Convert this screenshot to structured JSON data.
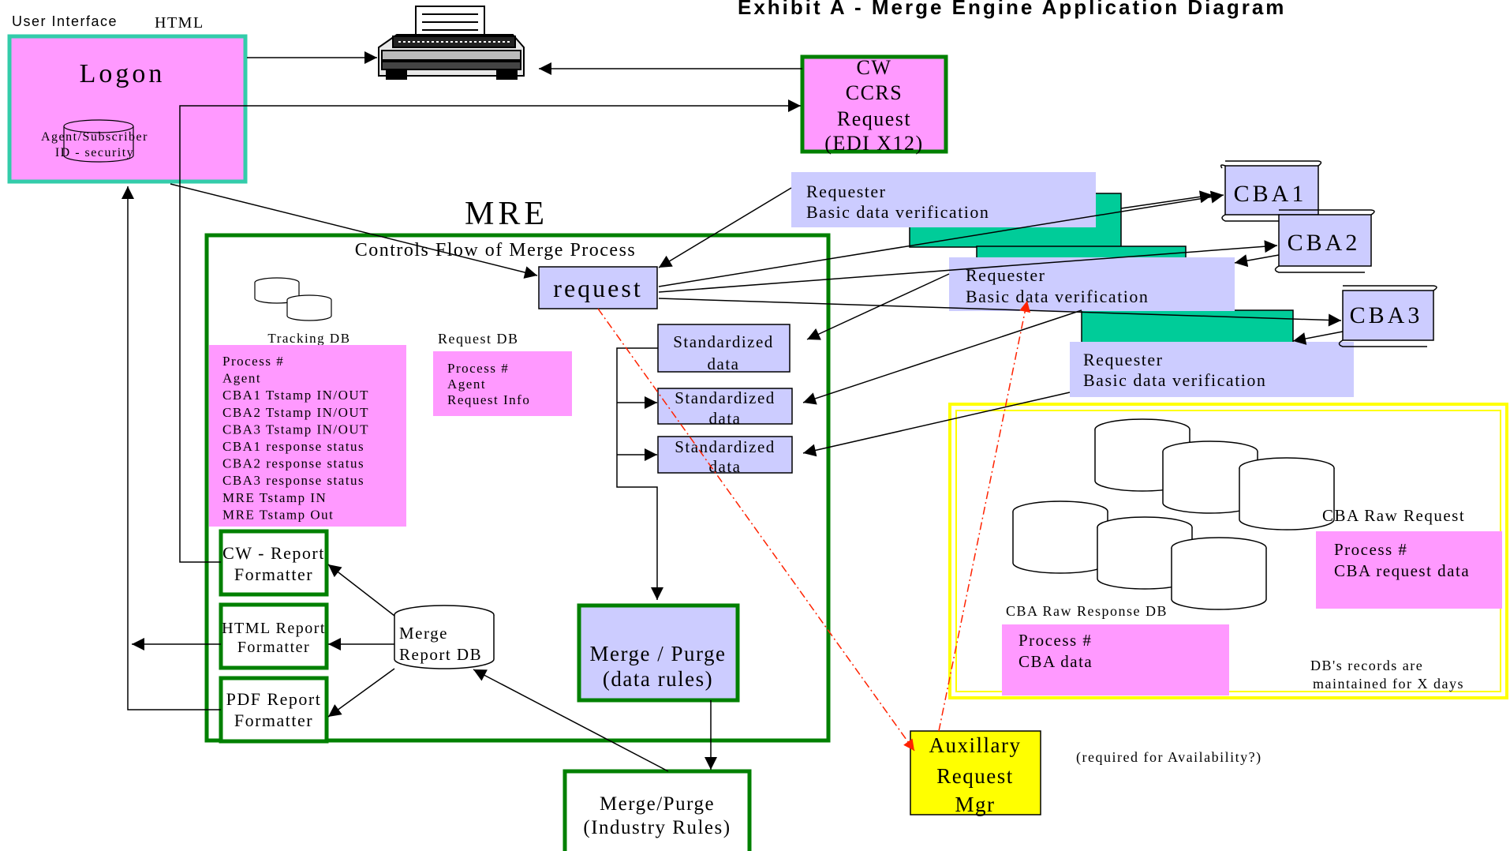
{
  "title": "Exhibit A - Merge Engine Application Diagram",
  "user_interface": {
    "label": "User Interface",
    "html_label": "HTML",
    "logon": "Logon",
    "security_db_lines": [
      "Agent/Subscriber",
      "ID - security"
    ]
  },
  "printer_icon": "printer-icon",
  "cw_ccrs": {
    "lines": [
      "CW",
      "CCRS",
      "Request",
      "(EDI X12)"
    ]
  },
  "mre": {
    "title": "MRE",
    "subtitle": "Controls Flow of Merge Process",
    "request": "request",
    "tracking_db_label": "Tracking DB",
    "tracking_fields": [
      "Process #",
      "Agent",
      "CBA1 Tstamp IN/OUT",
      "CBA2 Tstamp IN/OUT",
      "CBA3 Tstamp IN/OUT",
      "CBA1 response status",
      "CBA2 response status",
      "CBA3 response status",
      "MRE Tstamp IN",
      "MRE Tstamp Out"
    ],
    "request_db_label": "Request DB",
    "request_db_fields": [
      "Process #",
      "Agent",
      "Request Info"
    ],
    "standardized": [
      "Standardized",
      "data"
    ],
    "merge_purge_data": [
      "Merge / Purge",
      "(data rules)"
    ],
    "merge_report_db": [
      "Merge",
      "Report DB"
    ],
    "cw_report": [
      "CW - Report",
      "Formatter"
    ],
    "html_report": [
      "HTML Report",
      "Formatter"
    ],
    "pdf_report": [
      "PDF Report",
      "Formatter"
    ]
  },
  "merge_purge_industry": [
    "Merge/Purge",
    "(Industry Rules)"
  ],
  "requesters": [
    [
      "Requester",
      "Basic data verification"
    ],
    [
      "Requester",
      "Basic data verification"
    ],
    [
      "Requester",
      "Basic data verification"
    ]
  ],
  "cba": [
    "CBA1",
    "CBA2",
    "CBA3"
  ],
  "raw_storage": {
    "raw_request_label": "CBA Raw Request",
    "raw_request_fields": [
      "Process #",
      "CBA request data"
    ],
    "raw_response_label": "CBA Raw Response  DB",
    "raw_response_fields": [
      "Process #",
      "CBA data"
    ],
    "retention_note": [
      "DB's records are",
      "maintained for X days"
    ]
  },
  "auxiliary": {
    "lines": [
      "Auxillary",
      "Request",
      "Mgr"
    ],
    "note": "(required for Availability?)"
  },
  "colors": {
    "pink": "#ff99ff",
    "lavender": "#ccccff",
    "teal": "#00cc99",
    "green": "#008000",
    "cyan_border": "#33ccaa",
    "yellow": "#ffff00",
    "red_dashed": "#ff2200"
  }
}
